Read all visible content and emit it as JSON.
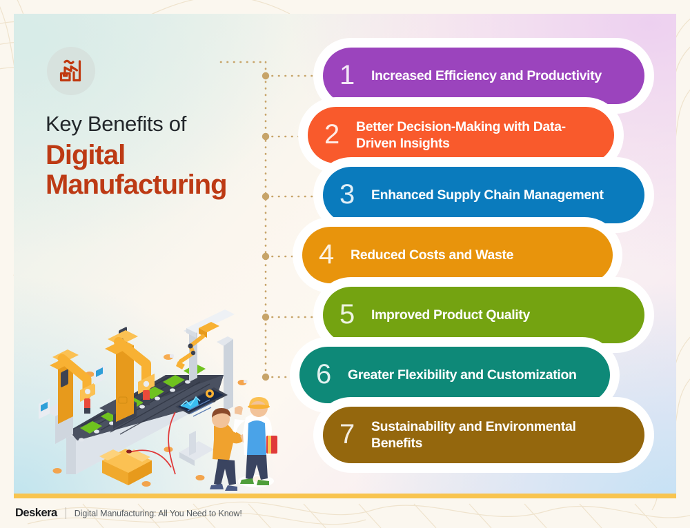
{
  "header": {
    "logo_icon": "factory-icon",
    "title_line1": "Key Benefits of",
    "title_line2": "Digital Manufacturing",
    "title_accent_color": "#bd3a14"
  },
  "benefits": [
    {
      "number": "1",
      "label": "Increased Efficiency and Productivity",
      "color": "#9b44bd"
    },
    {
      "number": "2",
      "label": "Better Decision-Making with Data-Driven Insights",
      "color": "#f95a2c"
    },
    {
      "number": "3",
      "label": "Enhanced Supply Chain Management",
      "color": "#0a7bbd"
    },
    {
      "number": "4",
      "label": "Reduced Costs and Waste",
      "color": "#e8940c"
    },
    {
      "number": "5",
      "label": "Improved Product Quality",
      "color": "#74a311"
    },
    {
      "number": "6",
      "label": "Greater Flexibility and Customization",
      "color": "#0e8978"
    },
    {
      "number": "7",
      "label": "Sustainability and Environmental Benefits",
      "color": "#94670d"
    }
  ],
  "illustration": {
    "name": "isometric-smart-factory-illustration",
    "elements": [
      "robotic-arm",
      "robotic-arm",
      "robotic-arm",
      "conveyor-belt",
      "circuit-boards",
      "worker-with-tablet",
      "supervisor-with-hardhat",
      "parts-box"
    ]
  },
  "footer": {
    "brand": "Deskera",
    "caption": "Digital Manufacturing: All You Need to Know!"
  },
  "theme": {
    "frame_bg": "#fbf7ef",
    "card_accent_bar": "#f8c44f",
    "connector_dots": "#c7a469"
  }
}
